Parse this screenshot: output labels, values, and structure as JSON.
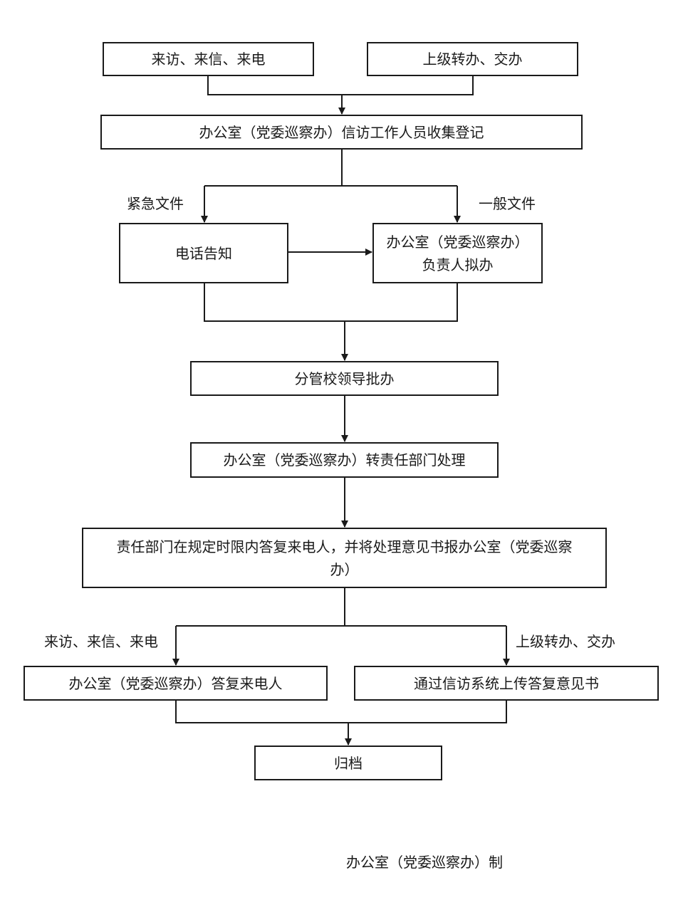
{
  "nodes": {
    "source_visits": "来访、来信、来电",
    "source_superior": "上级转办、交办",
    "collect_register": "办公室（党委巡察办）信访工作人员收集登记",
    "phone_notify": "电话告知",
    "draft_line1": "办公室（党委巡察办）",
    "draft_line2": "负责人拟办",
    "leader_approve": "分管校领导批办",
    "transfer_dept": "办公室（党委巡察办）转责任部门处理",
    "dept_reply_line1": "责任部门在规定时限内答复来电人，并将处理意见书报办公室（党委巡察",
    "dept_reply_line2": "办）",
    "office_reply": "办公室（党委巡察办）答复来电人",
    "upload_reply": "通过信访系统上传答复意见书",
    "archive": "归档"
  },
  "edge_labels": {
    "urgent": "紧急文件",
    "general": "一般文件",
    "visits": "来访、来信、来电",
    "superior": "上级转办、交办"
  },
  "footer": {
    "credit": "办公室（党委巡察办）制"
  },
  "colors": {
    "line": "#1a1a1a",
    "background": "#ffffff"
  }
}
